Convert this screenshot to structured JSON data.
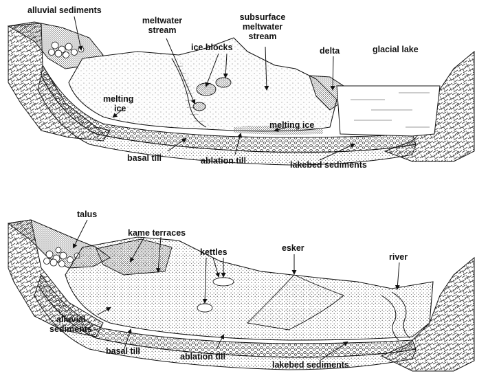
{
  "top_panel": {
    "labels": {
      "alluvial_sediments": "alluvial sediments",
      "meltwater_stream_1": "meltwater",
      "meltwater_stream_2": "stream",
      "subsurface_1": "subsurface",
      "subsurface_2": "meltwater",
      "subsurface_3": "stream",
      "ice_blocks": "ice blocks",
      "delta": "delta",
      "glacial_lake": "glacial lake",
      "melting_ice_left_1": "melting",
      "melting_ice_left_2": "ice",
      "melting_ice_right": "melting ice",
      "basal_till": "basal till",
      "ablation_till": "ablation till",
      "lakebed_sediments": "lakebed sediments"
    }
  },
  "bottom_panel": {
    "labels": {
      "talus": "talus",
      "kame_terraces": "kame terraces",
      "kettles": "kettles",
      "esker": "esker",
      "river": "river",
      "alluvial_1": "alluvial",
      "alluvial_2": "sediments",
      "basal_till": "basal till",
      "ablation_till": "ablation till",
      "lakebed_sediments": "lakebed sediments"
    }
  },
  "colors": {
    "ink": "#111111",
    "stipple": "#555555",
    "background": "#ffffff"
  }
}
